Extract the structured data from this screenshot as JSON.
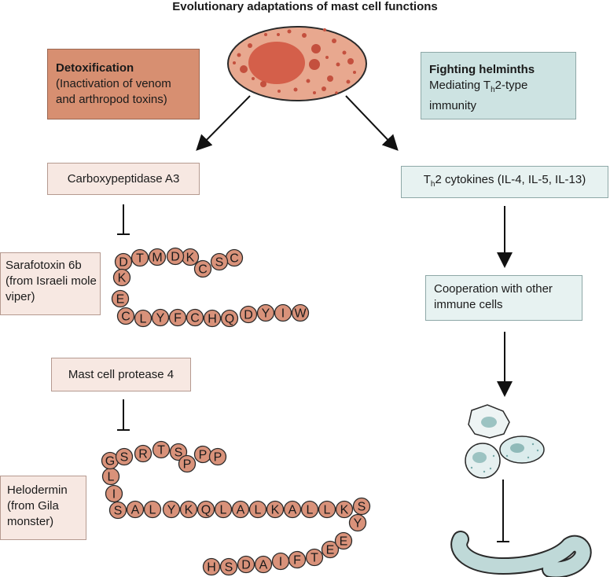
{
  "title": "Evolutionary adaptations of mast cell functions",
  "detox": {
    "heading": "Detoxification",
    "body": "(Inactivation of venom and arthropod toxins)"
  },
  "helminth": {
    "heading": "Fighting helminths",
    "line1_pre": "Mediating T",
    "line1_sub": "h",
    "line1_post": "2-type",
    "line2": "immunity"
  },
  "cpa3": "Carboxypeptidase A3",
  "th2": {
    "pre": "T",
    "sub": "h",
    "post": "2 cytokines (IL-4, IL-5, IL-13)"
  },
  "cooperation": "Cooperation with other immune cells",
  "sarafotoxin": "Sarafotoxin 6b (from Israeli mole viper)",
  "protease": "Mast cell protease 4",
  "helodermin": "Helodermin (from Gila monster)",
  "sarafotoxin_sequence": [
    "C",
    "S",
    "C",
    "K",
    "D",
    "M",
    "T",
    "D",
    "K",
    "E",
    "C",
    "L",
    "Y",
    "F",
    "C",
    "H",
    "Q",
    "D",
    "Y",
    "I",
    "W"
  ],
  "helodermin_sequence": [
    "H",
    "S",
    "D",
    "A",
    "I",
    "F",
    "T",
    "E",
    "E",
    "Y",
    "S",
    "K",
    "L",
    "L",
    "A",
    "K",
    "L",
    "A",
    "L",
    "Q",
    "K",
    "Y",
    "L",
    "A",
    "S",
    "I",
    "L",
    "G",
    "S",
    "R",
    "T",
    "S",
    "P",
    "P",
    "P"
  ],
  "colors": {
    "bead": "#d9927a",
    "detox_box": "#d78f71",
    "helminth_box": "#cde3e2",
    "cell": "#e8a88f",
    "nucleus": "#d45f4a"
  }
}
